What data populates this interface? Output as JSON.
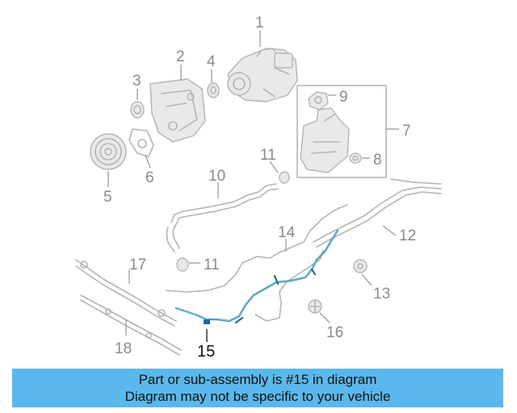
{
  "diagram": {
    "callouts": [
      "1",
      "2",
      "3",
      "4",
      "5",
      "6",
      "7",
      "8",
      "9",
      "10",
      "11",
      "11",
      "12",
      "13",
      "14",
      "15",
      "16",
      "17",
      "18"
    ],
    "highlight_part": "15",
    "colors": {
      "highlight": "#1a6e9a",
      "highlight_inner": "#6cc6ea",
      "faded": "#b4b4b4",
      "banner": "#5ab8ec"
    }
  },
  "banner": {
    "line1": "Part or sub-assembly is #15 in diagram",
    "line2": "Diagram may not be specific to your vehicle"
  }
}
